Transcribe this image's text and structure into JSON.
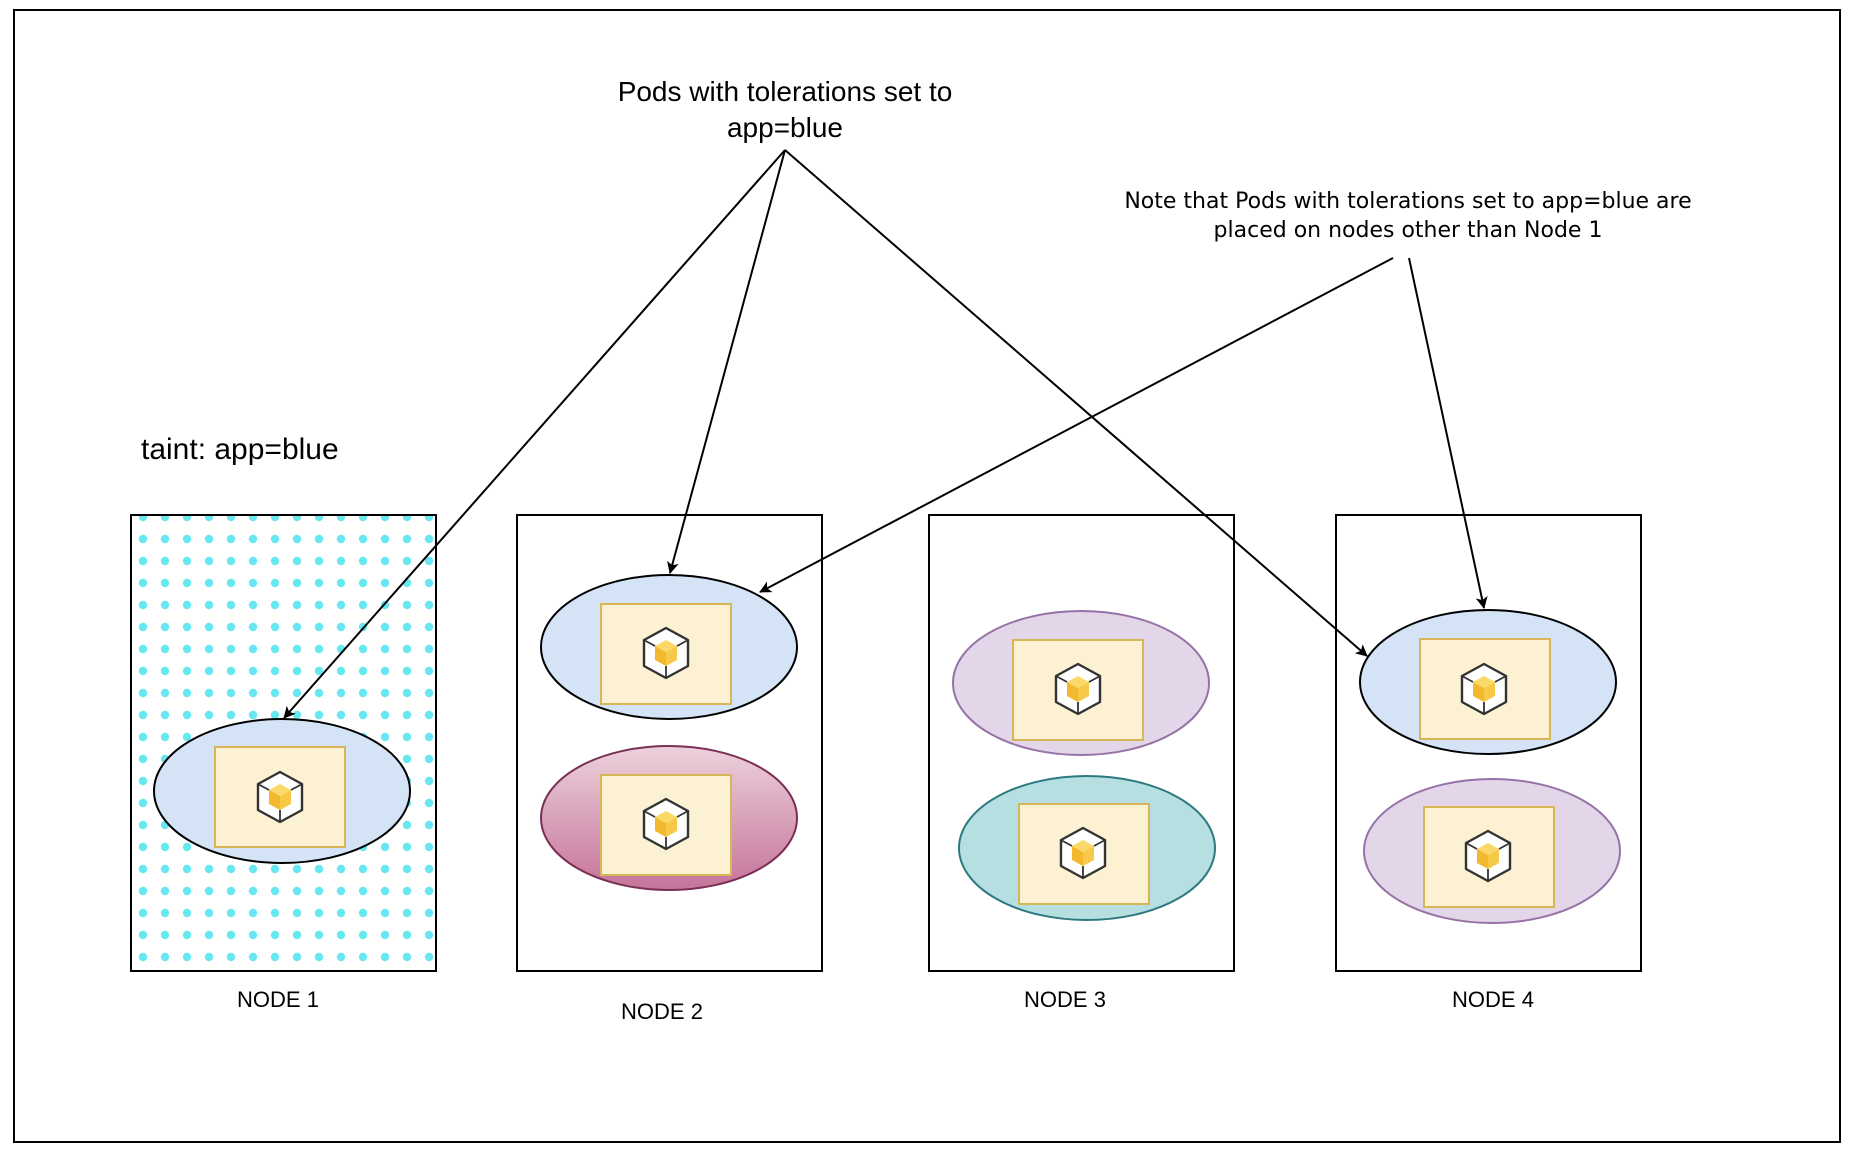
{
  "top_label": {
    "line1": "Pods with tolerations set to",
    "line2": "app=blue"
  },
  "note": {
    "line1": "Note that Pods with tolerations set to app=blue are",
    "line2": "placed on nodes other than Node 1"
  },
  "taint_label": "taint: app=blue",
  "nodes": [
    {
      "label": "NODE 1",
      "tainted": true
    },
    {
      "label": "NODE 2",
      "tainted": false
    },
    {
      "label": "NODE 3",
      "tainted": false
    },
    {
      "label": "NODE 4",
      "tainted": false
    }
  ],
  "colors": {
    "taint_dots": "#67e7f0",
    "pod_blue": "#d5e3f6",
    "pod_purple": "#e2d6e8",
    "pod_teal": "#b6dfe1",
    "pod_pink_top": "#e8c8d4",
    "pod_pink_bottom": "#c97a9f",
    "container_fill": "#fcf1d3",
    "container_border": "#d6b656",
    "cube_yellow": "#f7c948"
  },
  "icons": [
    "container-cube-icon"
  ]
}
